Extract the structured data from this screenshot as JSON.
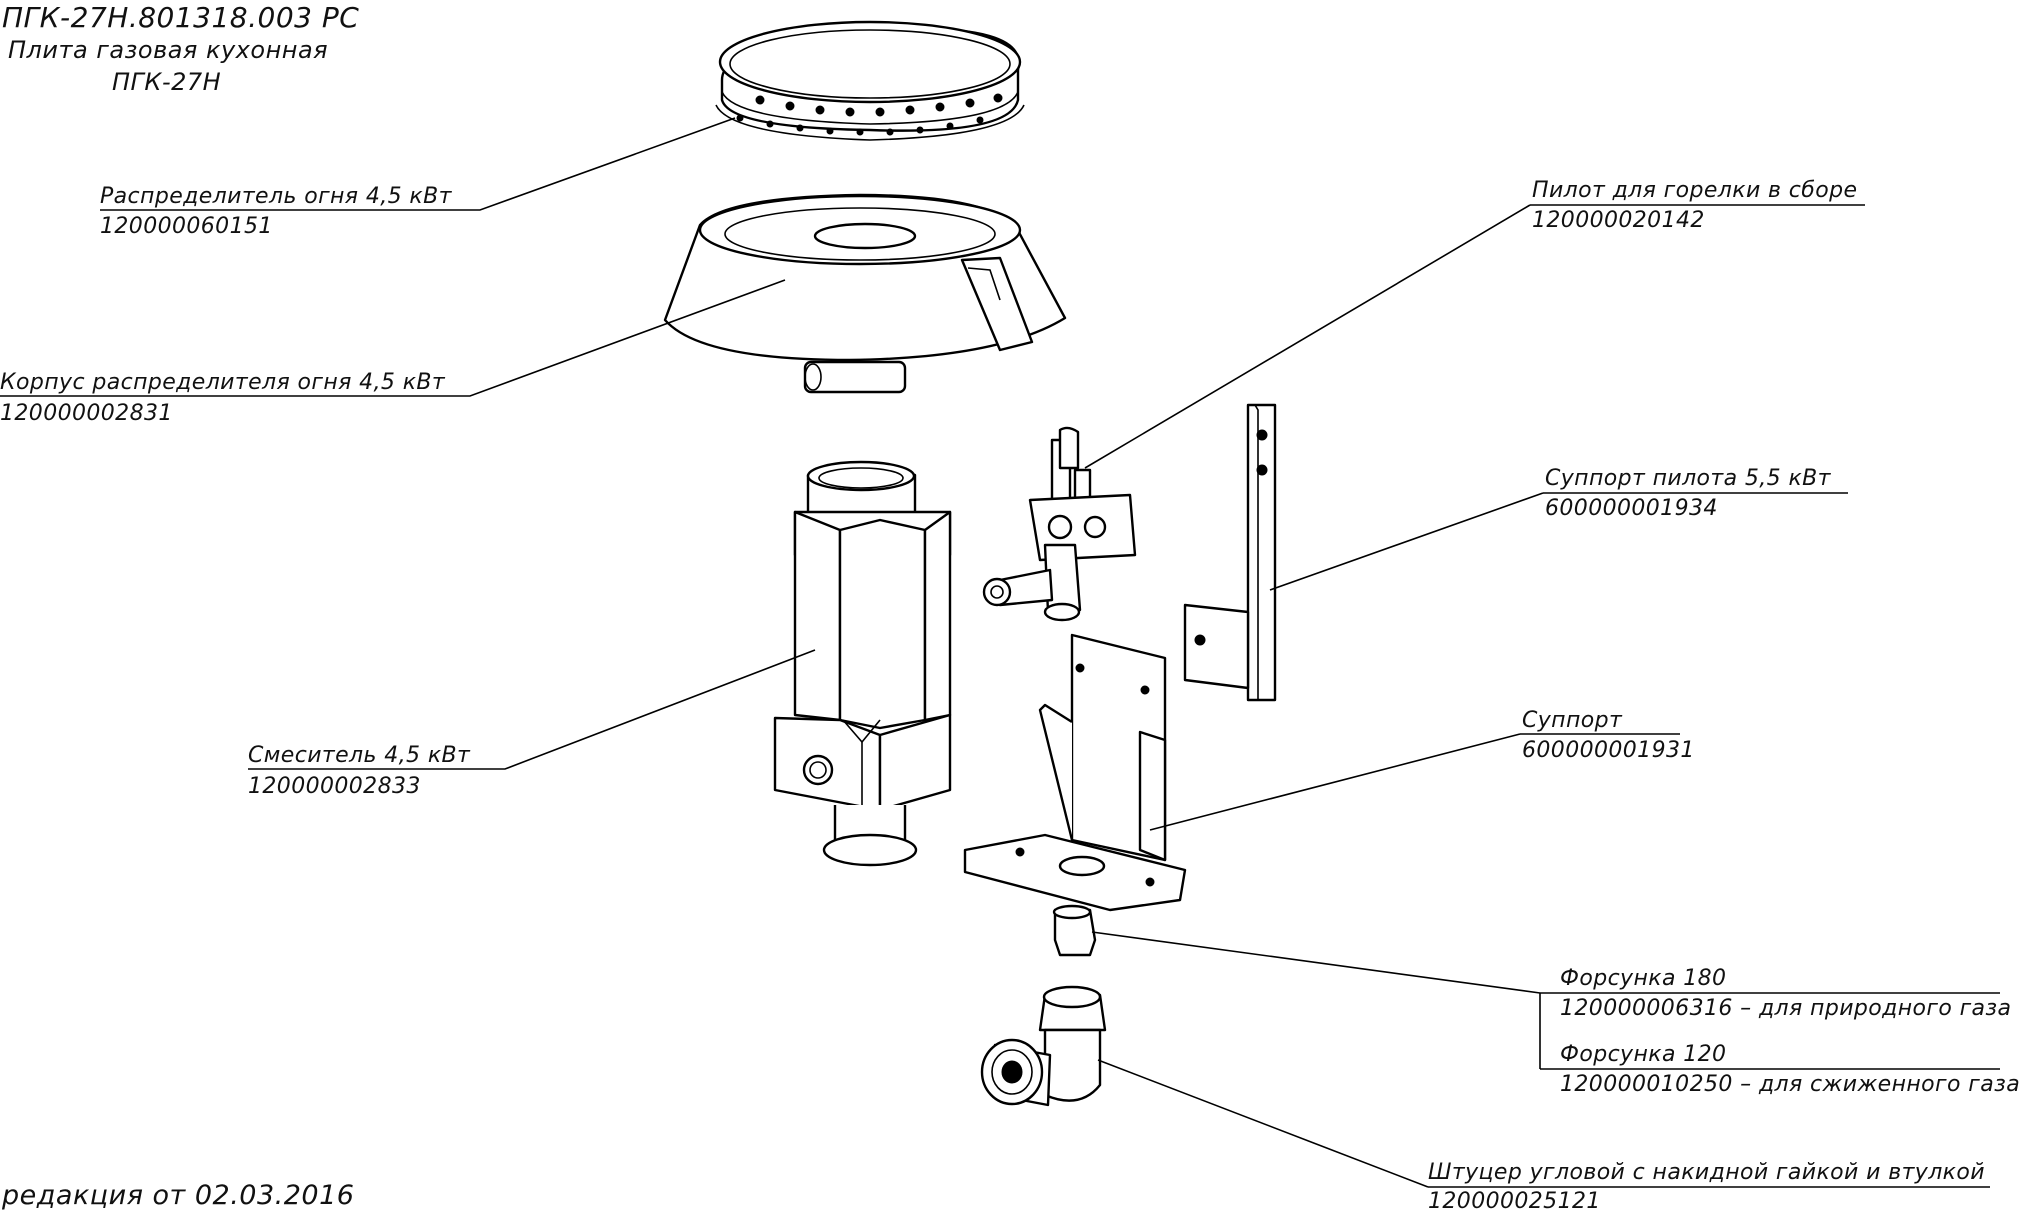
{
  "title": {
    "doc_code": "ПГК-27Н.801318.003 РС",
    "line1": "Плита газовая кухонная",
    "line2": "ПГК-27Н"
  },
  "revision": "редакция от 02.03.2016",
  "parts": {
    "flame_spreader": {
      "name": "Распределитель огня 4,5 кВт",
      "code": "120000060151"
    },
    "spreader_body": {
      "name": "Корпус распределителя огня 4,5 кВт",
      "code": "120000002831"
    },
    "mixer": {
      "name": "Смеситель 4,5 кВт",
      "code": "120000002833"
    },
    "pilot": {
      "name": "Пилот для горелки в сборе",
      "code": "120000020142"
    },
    "pilot_support": {
      "name": "Суппорт пилота 5,5 кВт",
      "code": "600000001934"
    },
    "support": {
      "name": "Суппорт",
      "code": "600000001931"
    },
    "injector_180": {
      "name": "Форсунка 180",
      "code": "120000006316 – для природного газа"
    },
    "injector_120": {
      "name": "Форсунка 120",
      "code": "120000010250 – для сжиженного газа"
    },
    "angle_fitting": {
      "name": "Штуцер угловой с накидной гайкой и втулкой",
      "code": "120000025121"
    }
  }
}
